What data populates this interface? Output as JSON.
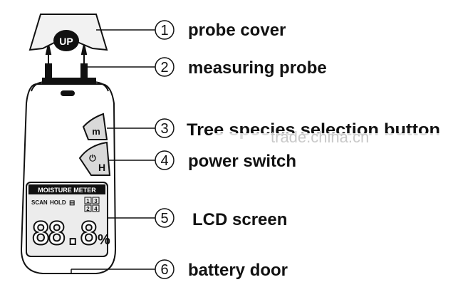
{
  "callouts": [
    {
      "number": "1",
      "label": "probe cover"
    },
    {
      "number": "2",
      "label": "measuring probe"
    },
    {
      "number": "3",
      "label": "Tree species selection button"
    },
    {
      "number": "4",
      "label": "power switch"
    },
    {
      "number": "5",
      "label": "LCD screen"
    },
    {
      "number": "6",
      "label": "battery door"
    }
  ],
  "device": {
    "cap_text": "UP",
    "button_m": "m",
    "button_power_glyph": "⏻",
    "button_h": "H",
    "lcd": {
      "title": "MOISTURE METER",
      "scan": "SCAN",
      "hold": "HOLD",
      "battery_text": "⊟",
      "selector": [
        "1",
        "3",
        "2",
        "4"
      ],
      "digits": "88.8",
      "unit": "%"
    }
  },
  "watermark": "trade.china.cn",
  "colors": {
    "line": "#111111",
    "body": "#ffffff",
    "lcd": "#ececec",
    "cover": "#f2f2f2"
  }
}
